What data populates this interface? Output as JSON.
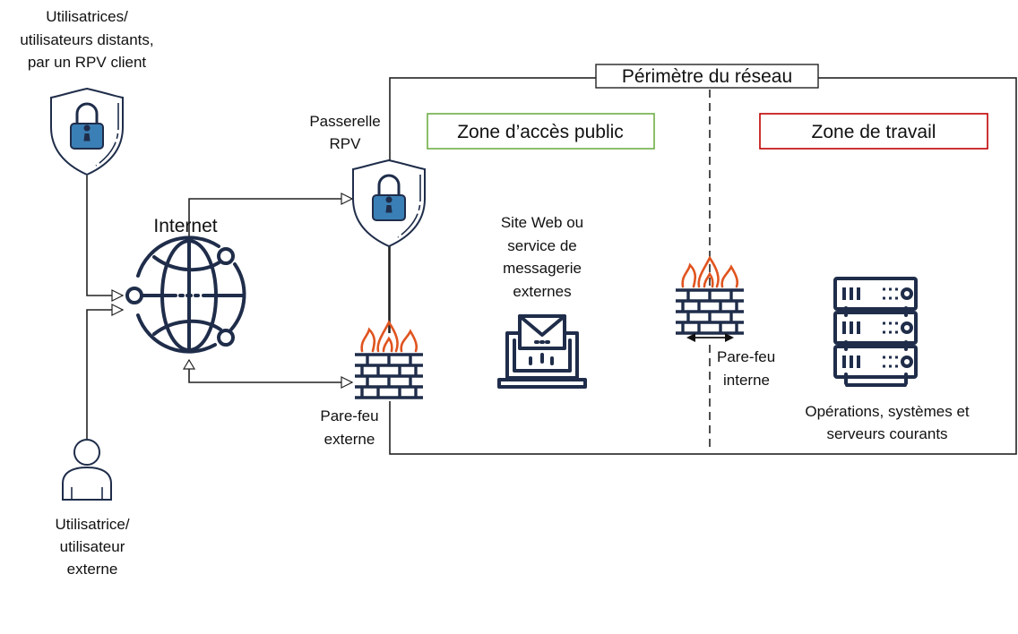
{
  "remote_users": {
    "lines": [
      "Utilisatrices/",
      "utilisateurs distants,",
      "par un RPV client"
    ]
  },
  "vpn_gateway": {
    "lines": [
      "Passerelle",
      "RPV"
    ]
  },
  "internet": {
    "label": "Internet"
  },
  "perimeter": {
    "title": "Périmètre du réseau"
  },
  "public_zone": {
    "title": "Zone d’accès public",
    "border_color": "#70ad47",
    "service_lines": [
      "Site Web ou",
      "service de",
      "messagerie",
      "externes"
    ]
  },
  "work_zone": {
    "title": "Zone de travail",
    "border_color": "#c00000",
    "server_lines": [
      "Opérations, systèmes et",
      "serveurs courants"
    ]
  },
  "external_firewall": {
    "lines": [
      "Pare-feu",
      "externe"
    ]
  },
  "internal_firewall": {
    "lines": [
      "Pare-feu",
      "interne"
    ]
  },
  "external_user": {
    "lines": [
      "Utilisatrice/",
      "utilisateur",
      "externe"
    ]
  },
  "colors": {
    "icon": "#1f2d4a",
    "lock": "#3a7fb5",
    "flame": "#e0541f"
  }
}
